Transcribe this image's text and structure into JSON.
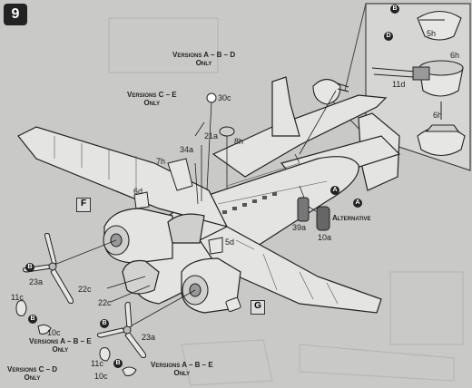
{
  "step_number": "9",
  "version_notes": {
    "abd": {
      "line1": "Versions A – B – D",
      "line2": "Only"
    },
    "ce_top": {
      "line1": "Versions C – E",
      "line2": "Only"
    },
    "abe_left": {
      "line1": "Versions A – B – E",
      "line2": "Only"
    },
    "cd": {
      "line1": "Versions C – D",
      "line2": "Only"
    },
    "abe_bottom": {
      "line1": "Versions A – B – E",
      "line2": "Only"
    }
  },
  "alternative_label": "Alternative",
  "callouts": {
    "F": "F",
    "G": "G",
    "A": "A",
    "B": "B",
    "D": "D"
  },
  "part_numbers": {
    "p30c": "30c",
    "p21a": "21a",
    "p8h": "8h",
    "p34a": "34a",
    "p7h": "7h",
    "p6d": "6d",
    "p5d": "5d",
    "p39a": "39a",
    "p10a": "10a",
    "p23a_top": "23a",
    "p11c_left": "11c",
    "p10c_left": "10c",
    "p22c_upper": "22c",
    "p22c_lower": "22c",
    "p23a_bottom": "23a",
    "p11c_bottom": "11c",
    "p10c_bottom": "10c",
    "p5h": "5h",
    "p6h_right": "6h",
    "p11d": "11d",
    "p6h_inset": "6h"
  },
  "colors": {
    "paper": "#c9c9c7",
    "ink": "#222222",
    "panel": "#d6d6d4"
  }
}
